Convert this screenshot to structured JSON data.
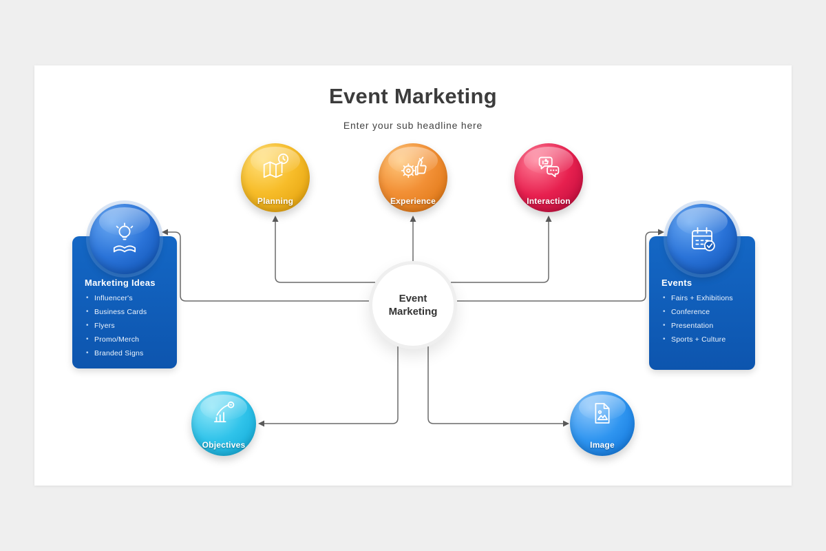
{
  "slide": {
    "title": "Event Marketing",
    "subtitle": "Enter your sub headline here"
  },
  "center": {
    "label": "Event Marketing"
  },
  "nodes": {
    "planning": {
      "label": "Planning",
      "color": "#f0ab15"
    },
    "experience": {
      "label": "Experience",
      "color": "#ee8a21"
    },
    "interaction": {
      "label": "Interaction",
      "color": "#e3164a"
    },
    "objectives": {
      "label": "Objectives",
      "color": "#26c2e9"
    },
    "image": {
      "label": "Image",
      "color": "#2d95f0"
    }
  },
  "panels": {
    "marketing_ideas": {
      "title": "Marketing Ideas",
      "items": [
        "Influencer's",
        "Business Cards",
        "Flyers",
        "Promo/Merch",
        "Branded Signs"
      ],
      "color": "#1161bd"
    },
    "events": {
      "title": "Events",
      "items": [
        "Fairs + Exhibitions",
        "Conference",
        "Presentation",
        "Sports + Culture"
      ],
      "color": "#1161bd"
    }
  }
}
